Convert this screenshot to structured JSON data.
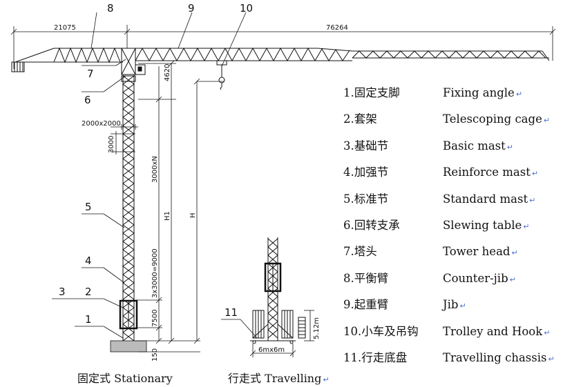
{
  "dimensions": {
    "counter_jib_length": "21075",
    "jib_length": "76264",
    "head_height": "4620",
    "mast_section": "2000x2000",
    "section_height": "3000",
    "height_3000n": "3000xN",
    "height_h1": "H1",
    "height_h": "H",
    "base_sections": "3x3000=9000",
    "base_height": "7500",
    "foundation": "150",
    "chassis_height": "5.12m",
    "chassis_size": "6mx6m"
  },
  "callouts": [
    "8",
    "9",
    "10",
    "7",
    "6",
    "5",
    "4",
    "3",
    "2",
    "1",
    "11"
  ],
  "legend": [
    {
      "num": "1.",
      "cn": "固定支脚",
      "en": "Fixing angle"
    },
    {
      "num": "2.",
      "cn": "套架",
      "en": "Telescoping cage"
    },
    {
      "num": "3.",
      "cn": "基础节",
      "en": "Basic mast"
    },
    {
      "num": "4.",
      "cn": "加强节",
      "en": "Reinforce mast"
    },
    {
      "num": "5.",
      "cn": "标准节",
      "en": "Standard mast"
    },
    {
      "num": "6.",
      "cn": "回转支承",
      "en": "Slewing table"
    },
    {
      "num": "7.",
      "cn": "塔头",
      "en": "Tower head"
    },
    {
      "num": "8.",
      "cn": "平衡臂",
      "en": "Counter-jib"
    },
    {
      "num": "9.",
      "cn": "起重臂",
      "en": "Jib"
    },
    {
      "num": "10.",
      "cn": "小车及吊钩",
      "en": "Trolley and Hook"
    },
    {
      "num": "11.",
      "cn": "行走底盘",
      "en": "Travelling chassis"
    }
  ],
  "captions": {
    "stationary": "固定式  Stationary",
    "travelling": "行走式  Travelling"
  },
  "colors": {
    "line": "#111111",
    "return_mark": "#4a6fd0"
  }
}
